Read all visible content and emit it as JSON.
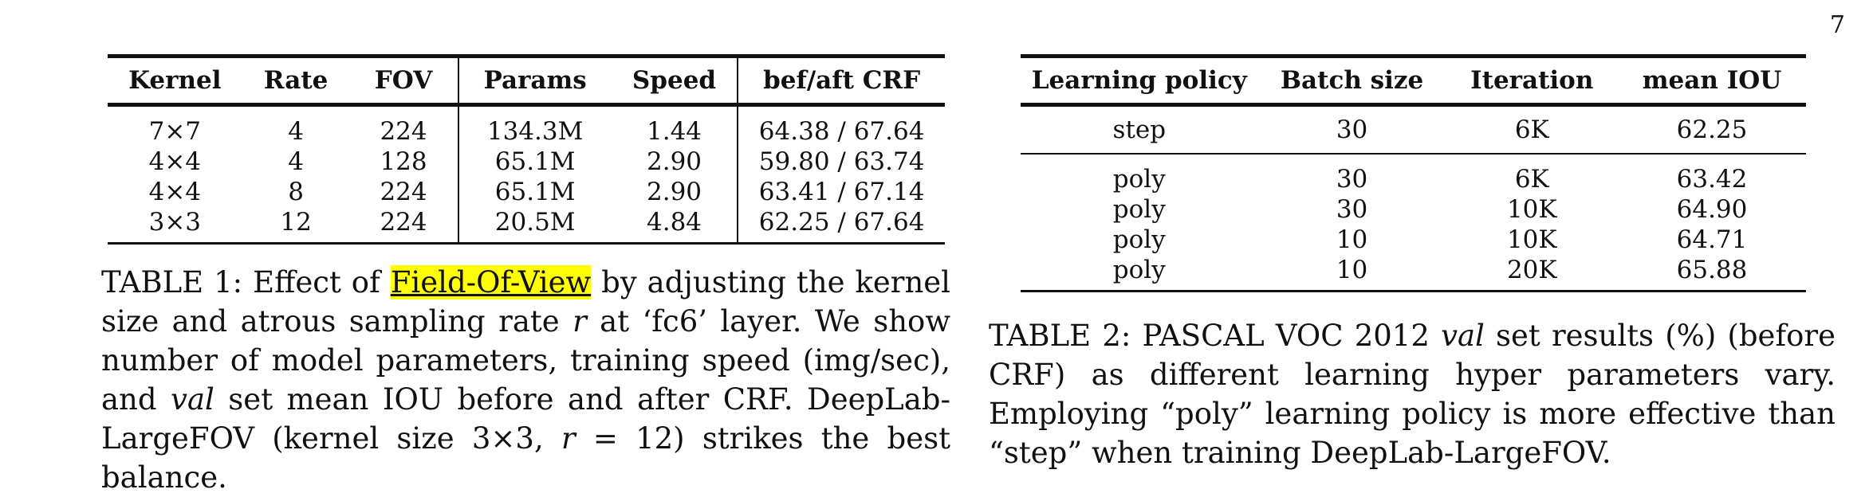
{
  "page_number": "7",
  "table1": {
    "headers": [
      "Kernel",
      "Rate",
      "FOV",
      "Params",
      "Speed",
      "bef/aft CRF"
    ],
    "rows": [
      [
        "7×7",
        "4",
        "224",
        "134.3M",
        "1.44",
        "64.38 / 67.64"
      ],
      [
        "4×4",
        "4",
        "128",
        "65.1M",
        "2.90",
        "59.80 / 63.74"
      ],
      [
        "4×4",
        "8",
        "224",
        "65.1M",
        "2.90",
        "63.41 / 67.14"
      ],
      [
        "3×3",
        "12",
        "224",
        "20.5M",
        "4.84",
        "62.25 / 67.64"
      ]
    ]
  },
  "caption1": {
    "prefix": "TABLE 1: Effect of ",
    "highlight": "Field-Of-View",
    "p1": " by adjusting the kernel size and atrous sampling rate ",
    "r_var": "r",
    "p2": " at ‘fc6’ layer. We show number of model parameters, training speed (img/sec), and ",
    "val_word": "val",
    "p3": " set mean IOU before and after CRF. DeepLab-LargeFOV (kernel size 3×3, ",
    "r_var2": "r",
    "p4": " = 12) strikes the best balance."
  },
  "table2": {
    "headers": [
      "Learning policy",
      "Batch size",
      "Iteration",
      "mean IOU"
    ],
    "step_row": [
      "step",
      "30",
      "6K",
      "62.25"
    ],
    "rows": [
      [
        "poly",
        "30",
        "6K",
        "63.42"
      ],
      [
        "poly",
        "30",
        "10K",
        "64.90"
      ],
      [
        "poly",
        "10",
        "10K",
        "64.71"
      ],
      [
        "poly",
        "10",
        "20K",
        "65.88"
      ]
    ]
  },
  "caption2": {
    "prefix": "TABLE 2: PASCAL VOC 2012 ",
    "val_word": "val",
    "rest": " set results (%) (before CRF) as different learning hyper parameters vary. Employing “poly” learning policy is more effective than “step” when training DeepLab-LargeFOV."
  }
}
